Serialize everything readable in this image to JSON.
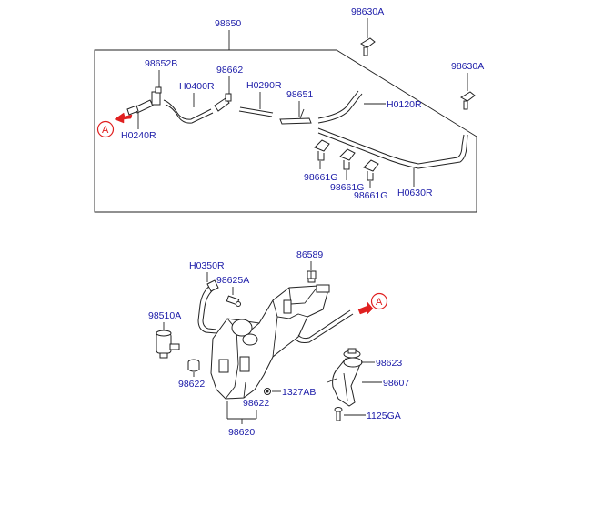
{
  "upper_group": {
    "assembly_label": "98650",
    "labels": {
      "p98652B": "98652B",
      "p98662": "98662",
      "h0400r": "H0400R",
      "h0290r": "H0290R",
      "p98651": "98651",
      "h0120r": "H0120R",
      "h0240r": "H0240R",
      "p98661G_1": "98661G",
      "p98661G_2": "98661G",
      "p98661G_3": "98661G",
      "h0630r": "H0630R",
      "p98630A_top": "98630A",
      "p98630A_right": "98630A"
    },
    "callout": "A"
  },
  "lower_group": {
    "labels": {
      "h0350r": "H0350R",
      "p86589": "86589",
      "p98625A": "98625A",
      "p98510A": "98510A",
      "p98623": "98623",
      "p98622_left": "98622",
      "p98607": "98607",
      "p1327AB": "1327AB",
      "p98622_bottom": "98622",
      "p1125GA": "1125GA",
      "p98620": "98620"
    },
    "callout": "A"
  },
  "colors": {
    "label": "#1a1aa8",
    "callout": "#e02020",
    "line": "#222222"
  }
}
